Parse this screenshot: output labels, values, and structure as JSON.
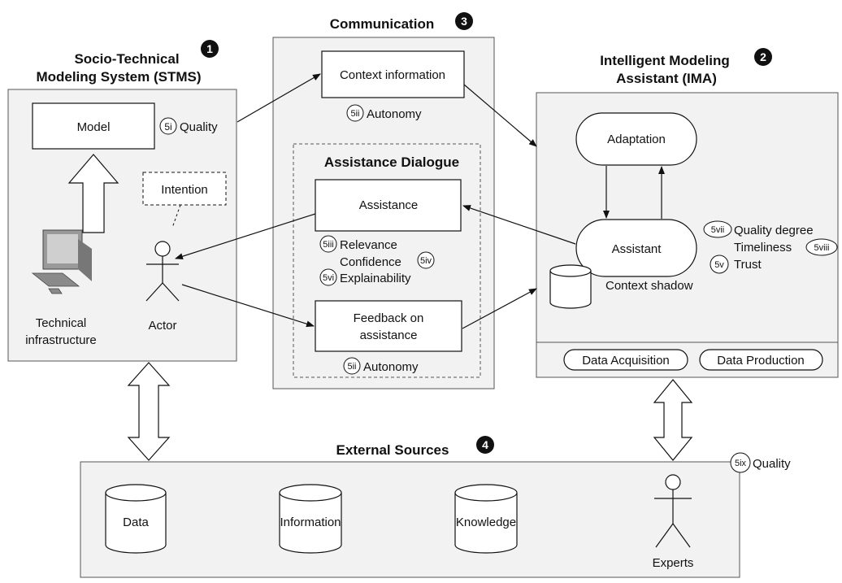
{
  "stms": {
    "title_line1": "Socio-Technical",
    "title_line2": "Modeling System (STMS)",
    "number": "1",
    "model": "Model",
    "quality_badge": "5i",
    "quality_label": "Quality",
    "intention": "Intention",
    "actor": "Actor",
    "infra_line1": "Technical",
    "infra_line2": "infrastructure"
  },
  "communication": {
    "title": "Communication",
    "number": "3",
    "context_information": "Context information",
    "autonomy_badge": "5ii",
    "autonomy_label": "Autonomy",
    "dialogue_title": "Assistance Dialogue",
    "assistance": "Assistance",
    "relevance_badge": "5iii",
    "relevance_label": "Relevance",
    "confidence_label": "Confidence",
    "confidence_badge": "5iv",
    "explainability_badge": "5vi",
    "explainability_label": "Explainability",
    "feedback_line1": "Feedback on",
    "feedback_line2": "assistance",
    "feedback_autonomy_badge": "5ii",
    "feedback_autonomy_label": "Autonomy"
  },
  "ima": {
    "title_line1": "Intelligent Modeling",
    "title_line2": "Assistant (IMA)",
    "number": "2",
    "adaptation": "Adaptation",
    "assistant": "Assistant",
    "quality_degree_badge": "5vii",
    "quality_degree_label": "Quality degree",
    "timeliness_label": "Timeliness",
    "timeliness_badge": "5viii",
    "trust_badge": "5v",
    "trust_label": "Trust",
    "context_shadow": "Context shadow",
    "data_acquisition": "Data Acquisition",
    "data_production": "Data Production"
  },
  "external": {
    "title": "External Sources",
    "number": "4",
    "quality_badge": "5ix",
    "quality_label": "Quality",
    "data": "Data",
    "information": "Information",
    "knowledge": "Knowledge",
    "experts": "Experts"
  }
}
